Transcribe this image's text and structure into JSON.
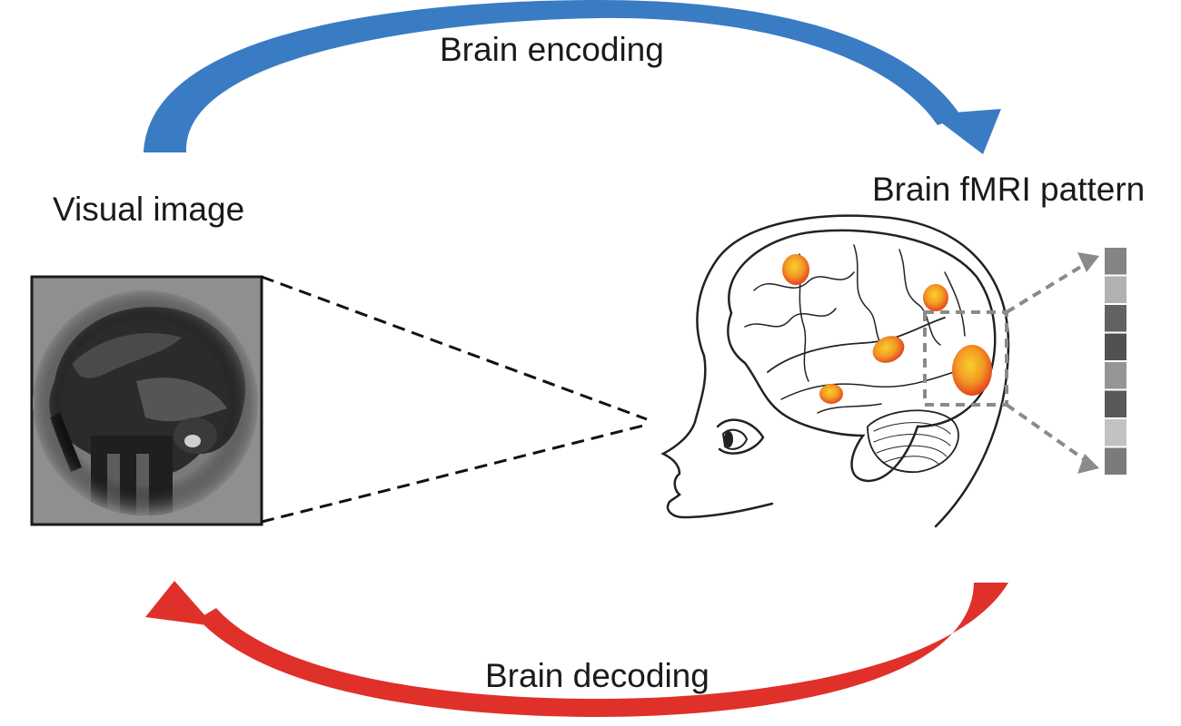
{
  "labels": {
    "encoding": "Brain encoding",
    "visual_image": "Visual image",
    "fmri_pattern": "Brain fMRI pattern",
    "decoding": "Brain decoding"
  },
  "colors": {
    "encoding_arrow": "#3a7cc3",
    "decoding_arrow": "#e0302a",
    "activation": "#f07a22",
    "activation_core": "#f5c428",
    "outline": "#222222",
    "pattern_dash": "#8a8a8a"
  },
  "fmri_pattern_values": [
    0.55,
    0.28,
    0.75,
    0.85,
    0.45,
    0.8,
    0.18,
    0.6
  ]
}
